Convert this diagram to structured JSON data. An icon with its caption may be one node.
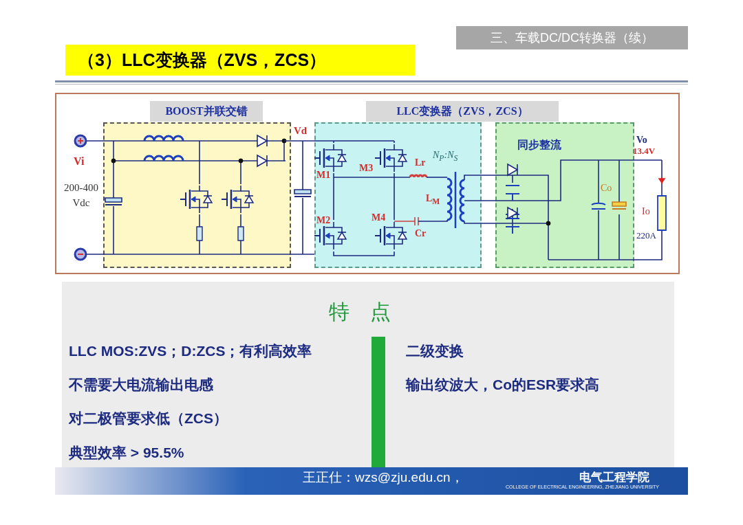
{
  "diagram": {
    "title": "（3）LLC变换器（ZVS，ZCS）",
    "nodes": [
      {
        "text": [
          "BOOST并联交错"
        ]
      },
      {
        "text": [
          "LLC变换器（ZVS，ZCS）"
        ]
      },
      {
        "text": [
          "同步整流"
        ]
      }
    ],
    "labels": [
      "三、车载DC/DC转换器（续）",
      "Vd",
      "Vo",
      "13.4V",
      "N$_{P}$:N$_{S}$",
      "Vi",
      "M1",
      "M3",
      "Lr",
      "L$_{M}$",
      "200-400 Vdc",
      "Co",
      "Io",
      "M2",
      "M4",
      "Cr",
      "220A",
      "特　点",
      "LLC MOS:ZVS；D:ZCS；有利高效率",
      "二级变换",
      "不需要大电流输出电感",
      "输出纹波大，Co的ESR要求高",
      "对二极管要求低（ZCS）",
      "典型效率 > 95.5%",
      "王正仕：wzs@zju.edu.cn，",
      "电气工程学院",
      "COLLEGE OF ELECTRICAL ENGINEERING, ZHEJIANG UNIVERSITY"
    ]
  }
}
